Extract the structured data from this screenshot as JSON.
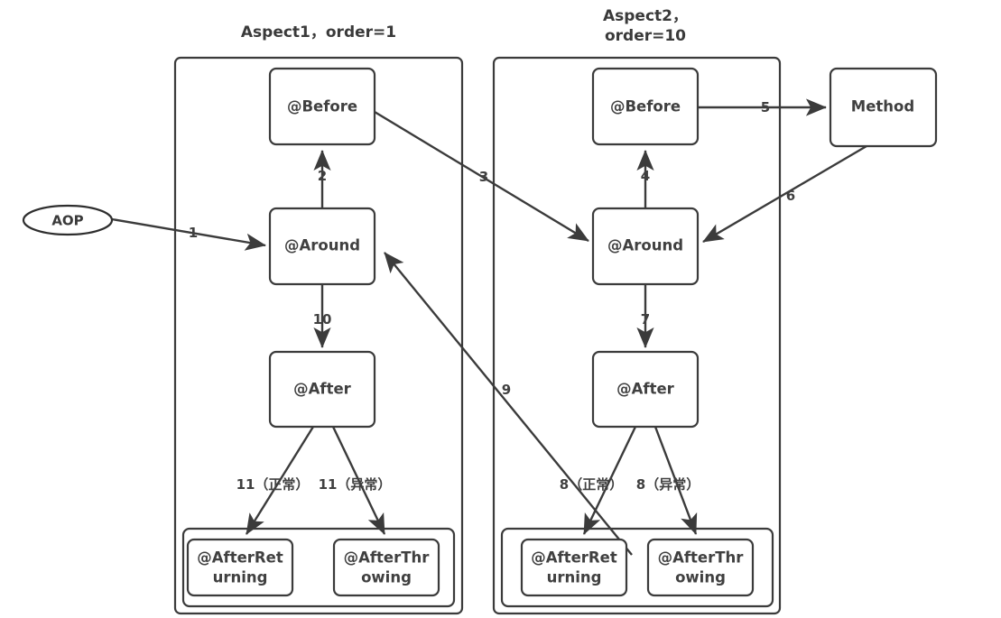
{
  "diagram": {
    "title_aspect1": "Aspect1，order=1",
    "title_aspect2_line1": "Aspect2，",
    "title_aspect2_line2": "order=10",
    "entry_node": "AOP",
    "method_node": "Method",
    "aspect1": {
      "before": "@Before",
      "around": "@Around",
      "after": "@After",
      "after_returning_line1": "@AfterRet",
      "after_returning_line2": "urning",
      "after_throwing_line1": "@AfterThr",
      "after_throwing_line2": "owing"
    },
    "aspect2": {
      "before": "@Before",
      "around": "@Around",
      "after": "@After",
      "after_returning_line1": "@AfterRet",
      "after_returning_line2": "urning",
      "after_throwing_line1": "@AfterThr",
      "after_throwing_line2": "owing"
    },
    "edge_labels": {
      "e1": "1",
      "e2": "2",
      "e3": "3",
      "e4": "4",
      "e5": "5",
      "e6": "6",
      "e7": "7",
      "e8_normal": "8（正常）",
      "e8_exception": "8（异常）",
      "e9": "9",
      "e10": "10",
      "e11_normal": "11（正常）",
      "e11_exception": "11（异常）"
    },
    "colors": {
      "stroke": "#3b3b3b",
      "text": "#404040",
      "background": "#ffffff"
    }
  }
}
